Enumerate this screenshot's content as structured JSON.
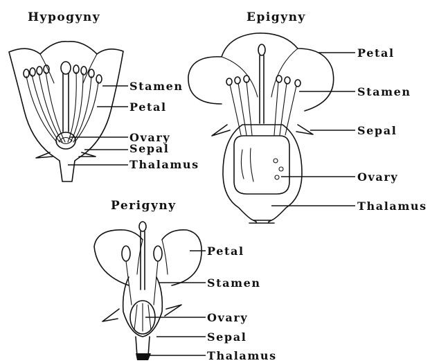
{
  "titles": {
    "hypogyny": "Hypogyny",
    "epigyny": "Epigyny",
    "perigyny": "Perigyny"
  },
  "hypogyny_labels": {
    "stamen": "Stamen",
    "petal": "Petal",
    "ovary": "Ovary",
    "sepal": "Sepal",
    "thalamus": "Thalamus"
  },
  "epigyny_labels": {
    "petal": "Petal",
    "stamen": "Stamen",
    "sepal": "Sepal",
    "ovary": "Ovary",
    "thalamus": "Thalamus"
  },
  "perigyny_labels": {
    "petal": "Petal",
    "stamen": "Stamen",
    "ovary": "Ovary",
    "sepal": "Sepal",
    "thalamus": "Thalamus"
  }
}
